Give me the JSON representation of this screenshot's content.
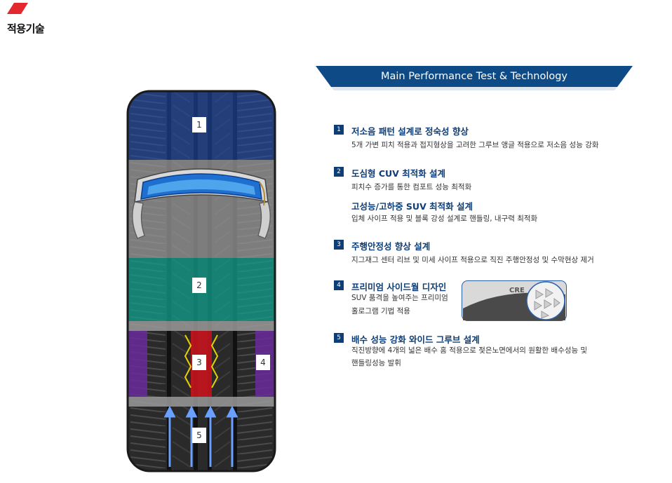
{
  "header": {
    "title": "적용기술",
    "logo_icon": "red-slash-logo"
  },
  "banner": {
    "text": "Main Performance Test & Technology",
    "color": "#0e4a86"
  },
  "colors": {
    "accent": "#0e3e78",
    "brand_red": "#e4282f"
  },
  "tire_markers": [
    "1",
    "2",
    "3",
    "4",
    "5"
  ],
  "features": [
    {
      "index": "1",
      "title": "저소음 패턴 설계로 정숙성 향상",
      "lines": [
        "5개 가변 피치 적용과 접지형상을 고려한 그루브 앵글 적용으로 저소음 성능 강화"
      ]
    },
    {
      "index": "2",
      "title": "도심형 CUV 최적화 설계",
      "lines": [
        "피치수 증가를 통한 컴포트 성능 최적화"
      ]
    },
    {
      "index": "3",
      "title": "주행안정성 향상 설계",
      "lines": [
        "지그재그 센터 리브 및 미세 사이프 적용으로 직진 주행안정성 및 수막현상 제거"
      ]
    },
    {
      "index": "4",
      "title": "프리미엄 사이드월 디자인",
      "lines": [
        "SUV 품격을 높여주는 프리미엄",
        "홀로그램 기법 적용"
      ]
    },
    {
      "index": "5",
      "title": "배수 성능 강화 와이드 그루브 설계",
      "lines": [
        "직진방향에 4개의 넓은 배수 홈 적용으로 젖은노면에서의 원활한 배수성능 및",
        "핸들링성능 발휘"
      ]
    }
  ],
  "feature_2_sub": {
    "title": "고성능/고하중 SUV 최적화 설계",
    "desc": "입체 사이프 적용 및 블록 강성 설계로 핸들링, 내구력 최적화"
  }
}
